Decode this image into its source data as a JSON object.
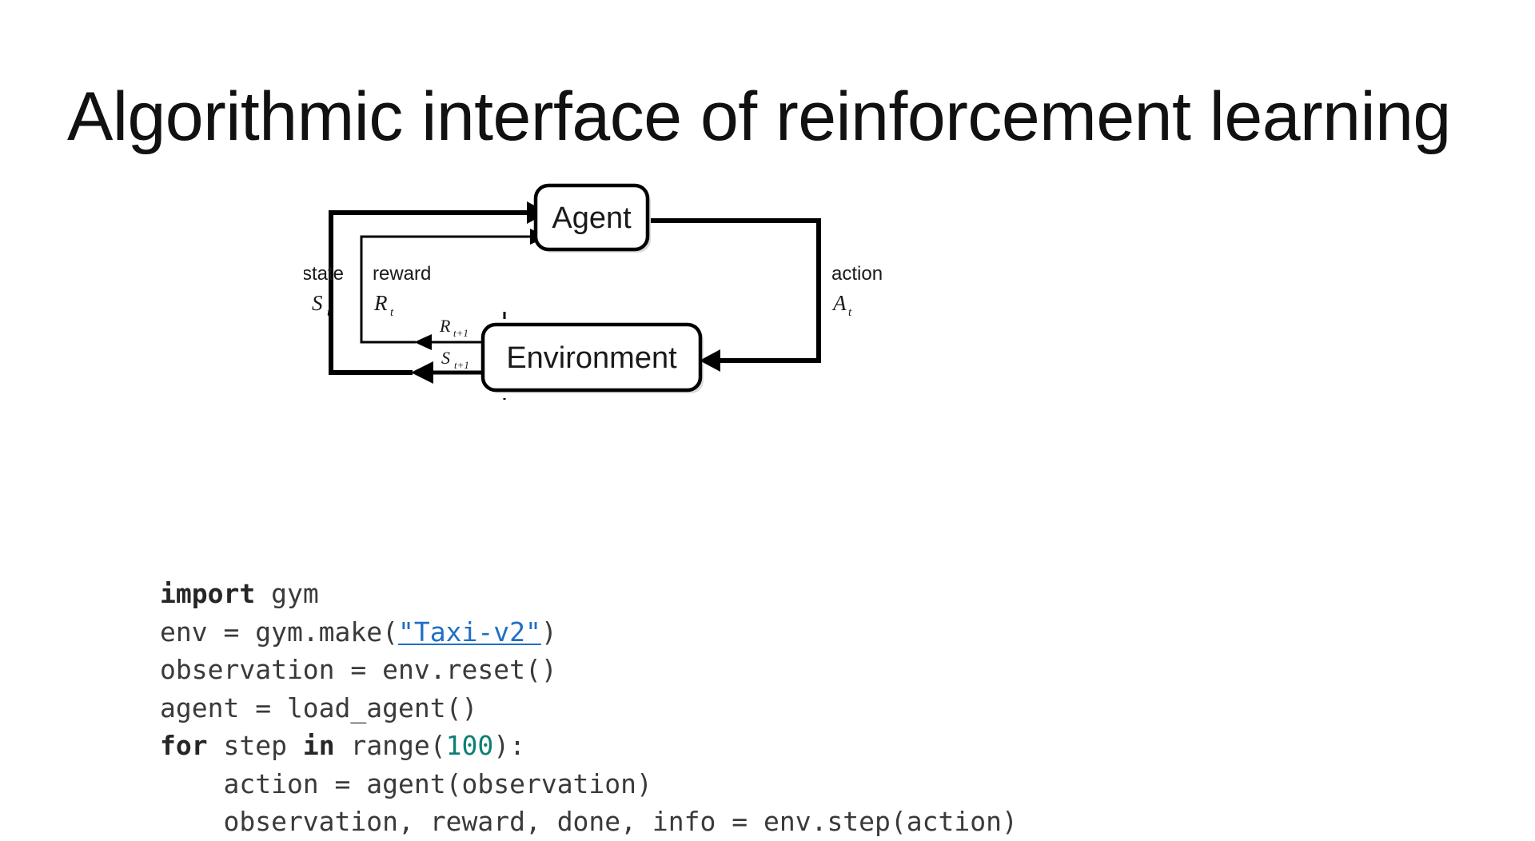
{
  "slide": {
    "title": "Algorithmic interface of reinforcement learning",
    "background_color": "#ffffff",
    "text_color": "#111111"
  },
  "diagram": {
    "name": "agent-environment-interaction-loop",
    "nodes": [
      {
        "id": "agent",
        "label": "Agent"
      },
      {
        "id": "environment",
        "label": "Environment"
      }
    ],
    "edges": [
      {
        "id": "state",
        "label": "state",
        "symbol": "S",
        "subscript": "t",
        "from": "environment",
        "to": "agent",
        "weight": "thick"
      },
      {
        "id": "reward",
        "label": "reward",
        "symbol": "R",
        "subscript": "t",
        "from": "environment",
        "to": "agent",
        "weight": "thin"
      },
      {
        "id": "action",
        "label": "action",
        "symbol": "A",
        "subscript": "t",
        "from": "agent",
        "to": "environment",
        "weight": "thick"
      },
      {
        "id": "reward-next",
        "label": "",
        "symbol": "R",
        "subscript": "t+1",
        "from": "environment",
        "to": "agent",
        "weight": "thin"
      },
      {
        "id": "state-next",
        "label": "",
        "symbol": "S",
        "subscript": "t+1",
        "from": "environment",
        "to": "agent",
        "weight": "thick"
      }
    ],
    "labels": {
      "state": "state",
      "reward": "reward",
      "action": "action",
      "state_symbol": "S",
      "state_sub": "t",
      "reward_symbol": "R",
      "reward_sub": "t",
      "action_symbol": "A",
      "action_sub": "t",
      "reward_next_symbol": "R",
      "reward_next_sub": "t+1",
      "state_next_symbol": "S",
      "state_next_sub": "t+1"
    },
    "stroke_color": "#000000",
    "box_fill": "#ffffff"
  },
  "code": {
    "language": "python",
    "link_color": "#1f6fc4",
    "number_color": "#0b8076",
    "text_color": "#3a3a3a",
    "lines": [
      {
        "id": "line-1",
        "tokens": [
          {
            "t": "import",
            "k": "kw"
          },
          {
            "t": " gym",
            "k": "plain"
          }
        ]
      },
      {
        "id": "line-2",
        "tokens": [
          {
            "t": "env = gym.make(",
            "k": "plain"
          },
          {
            "t": "\"Taxi-v2\"",
            "k": "link"
          },
          {
            "t": ")",
            "k": "plain"
          }
        ]
      },
      {
        "id": "line-3",
        "tokens": [
          {
            "t": "observation = env.reset()",
            "k": "plain"
          }
        ]
      },
      {
        "id": "line-4",
        "tokens": [
          {
            "t": "agent = load_agent()",
            "k": "plain"
          }
        ]
      },
      {
        "id": "line-5",
        "tokens": [
          {
            "t": "for",
            "k": "kw"
          },
          {
            "t": " step ",
            "k": "plain"
          },
          {
            "t": "in",
            "k": "kw"
          },
          {
            "t": " range(",
            "k": "plain"
          },
          {
            "t": "100",
            "k": "num"
          },
          {
            "t": "):",
            "k": "plain"
          }
        ]
      },
      {
        "id": "line-6",
        "tokens": [
          {
            "t": "    action = agent(observation)",
            "k": "plain"
          }
        ]
      },
      {
        "id": "line-7",
        "tokens": [
          {
            "t": "    observation, reward, done, info = env.step(action)",
            "k": "plain"
          }
        ]
      }
    ]
  }
}
